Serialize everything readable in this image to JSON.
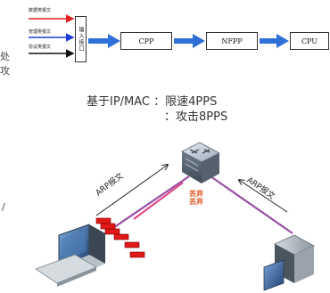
{
  "pipeline": {
    "inputs": [
      "数据类报文",
      "管理类报文",
      "协议类报文"
    ],
    "input_colors": [
      "#e01e1e",
      "#1a3bd6",
      "#111111"
    ],
    "port_label": "输入接口",
    "stages": [
      "CPP",
      "NFPP",
      "CPU"
    ],
    "arrow_color": "#2f6fd8"
  },
  "edge_chars": [
    "处",
    "攻",
    "/"
  ],
  "limits": {
    "line1": "基于IP/MAC ：限速4PPS",
    "line2": "：攻击8PPS"
  },
  "topology": {
    "left_arp_label": "ARP报文",
    "right_arp_label": "ARP报文",
    "drop_label": "丢弃",
    "link_color": "#9a4fa6",
    "attack_line_color": "#e04a8a",
    "packet_color": "#e01818"
  }
}
